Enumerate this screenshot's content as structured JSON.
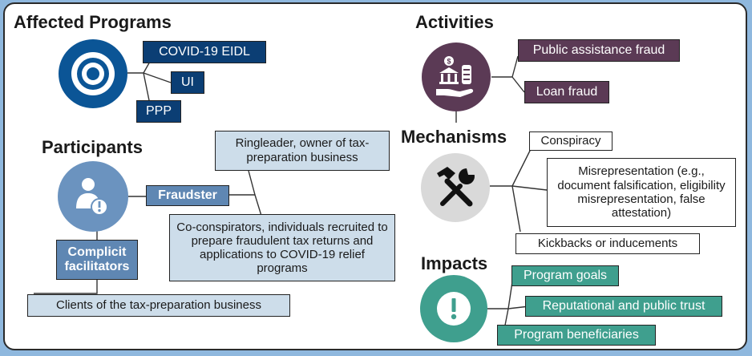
{
  "affected_programs": {
    "heading": "Affected Programs",
    "icon": "target-icon",
    "color": "#0b5596",
    "items": [
      "COVID-19 EIDL",
      "UI",
      "PPP"
    ]
  },
  "participants": {
    "heading": "Participants",
    "icon": "person-alert-icon",
    "color": "#6b93bf",
    "fraudster": {
      "label": "Fraudster",
      "roles": [
        "Ringleader, owner of tax-preparation business",
        "Co-conspirators, individuals recruited to prepare fraudulent tax returns and applications to COVID-19 relief programs"
      ]
    },
    "facilitators": {
      "label": "Complicit facilitators",
      "roles": [
        "Clients of the tax-preparation business"
      ]
    }
  },
  "activities": {
    "heading": "Activities",
    "icon": "money-hand-icon",
    "color": "#5b3a55",
    "items": [
      "Public assistance fraud",
      "Loan fraud"
    ]
  },
  "mechanisms": {
    "heading": "Mechanisms",
    "icon": "tools-icon",
    "color": "#d9d9d9",
    "items": [
      "Conspiracy",
      "Misrepresentation (e.g., document falsification, eligibility misrepresentation, false attestation)",
      "Kickbacks or inducements"
    ]
  },
  "impacts": {
    "heading": "Impacts",
    "icon": "exclamation-icon",
    "color": "#3f9f8e",
    "items": [
      "Program goals",
      "Reputational and public trust",
      "Program beneficiaries"
    ]
  }
}
